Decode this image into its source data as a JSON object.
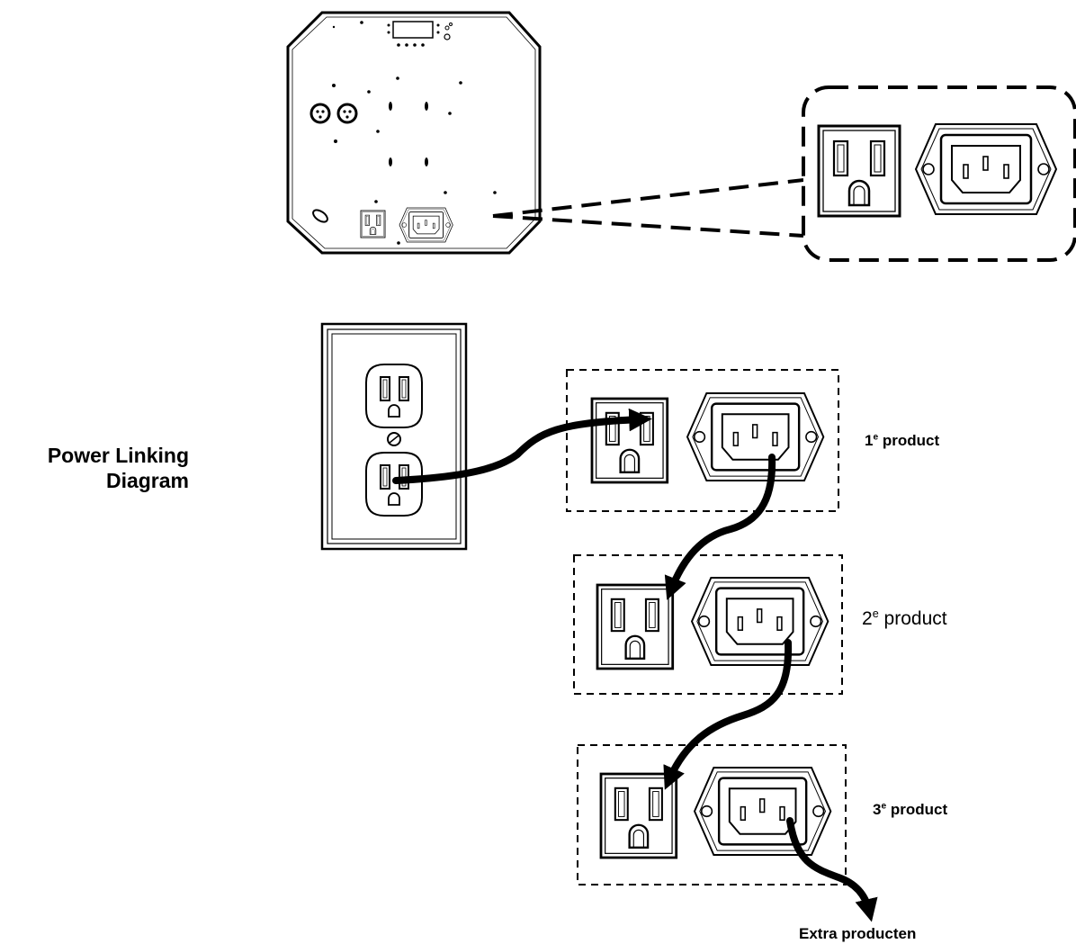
{
  "title": {
    "line1": "Power Linking",
    "line2": "Diagram"
  },
  "products": [
    {
      "num": "1",
      "sup": "e",
      "text": " product"
    },
    {
      "num": "2",
      "sup": "e",
      "text": " product"
    },
    {
      "num": "3",
      "sup": "e",
      "text": " product"
    }
  ],
  "extra_label": "Extra producten",
  "icons": [
    "fixture-rear-panel-icon",
    "wall-outlet-icon",
    "power-out-socket-icon",
    "iec-power-in-socket-icon",
    "chain-arrow-icon"
  ],
  "colors": {
    "line": "#000000",
    "background": "#ffffff"
  }
}
